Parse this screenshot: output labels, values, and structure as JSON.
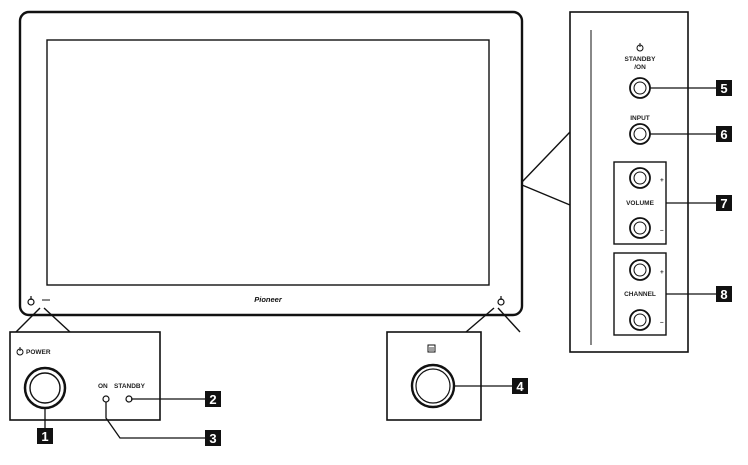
{
  "brand": "Pioneer",
  "labels": {
    "power": "POWER",
    "on": "ON",
    "standby": "STANDBY",
    "standby_on_line1": "STANDBY",
    "standby_on_line2": "/ON",
    "input": "INPUT",
    "volume": "VOLUME",
    "channel": "CHANNEL",
    "plus": "+",
    "minus": "–"
  },
  "callouts": [
    "1",
    "2",
    "3",
    "4",
    "5",
    "6",
    "7",
    "8"
  ],
  "colors": {
    "line": "#111111",
    "badge": "#111111",
    "bg": "#ffffff"
  }
}
